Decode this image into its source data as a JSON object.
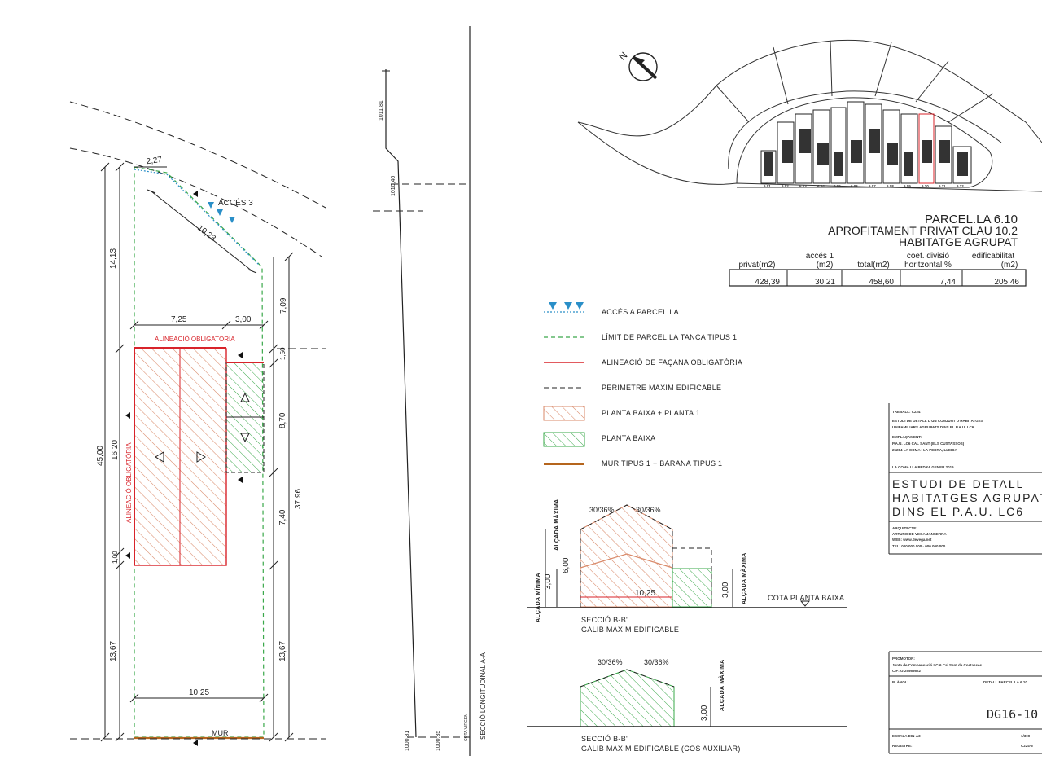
{
  "plan": {
    "access_label": "ACCÉS 3",
    "alignment_top": "ALINEACIÓ  OBLIGATÒRIA",
    "alignment_side": "ALINEACIÓ  OBLIGATÒRIA",
    "mur": "MUR",
    "dims": {
      "d227": "2,27",
      "d1023": "10,23",
      "d1413": "14,13",
      "d725": "7,25",
      "d300": "3,00",
      "d709": "7,09",
      "d150": "1,50",
      "d870": "8,70",
      "d4500": "45,00",
      "d1620": "16,20",
      "d3796": "37,96",
      "d740": "7,40",
      "d100": "1,00",
      "d1367a": "13,67",
      "d1367b": "13,67",
      "d1025": "10,25"
    }
  },
  "section": {
    "title": "SECCIÓ  LONGITUDINAL  A-A'",
    "elev_top": "1011,81",
    "elev_mid": "1010,40",
    "elev_bot1": "1000,81",
    "elev_bot2": "1000,35",
    "elev_label": "COTA VIRGEN"
  },
  "north": {
    "label": "N"
  },
  "parcel": {
    "title": "PARCEL.LA 6.10",
    "subtitle1": "APROFITAMENT PRIVAT CLAU 10.2",
    "subtitle2": "HABITATGE AGRUPAT",
    "lot_labels": [
      "6.01",
      "6.02",
      "6.03",
      "6.04",
      "6.05",
      "6.06",
      "6.07",
      "6.08",
      "6.09",
      "6.10",
      "6.11",
      "6.12"
    ],
    "table": {
      "headers": [
        "privat(m2)",
        "accés 1\n(m2)",
        "total(m2)",
        "coef. divisió\nhoritzontal %",
        "edificabilitat\n(m2)"
      ],
      "h1": "privat(m2)",
      "h2a": "accés 1",
      "h2b": "(m2)",
      "h3": "total(m2)",
      "h4a": "coef. divisió",
      "h4b": "horitzontal %",
      "h5a": "edificabilitat",
      "h5b": "(m2)",
      "values": [
        "428,39",
        "30,21",
        "458,60",
        "7,44",
        "205,46"
      ]
    }
  },
  "legend": [
    {
      "label": "ACCÉS  A  PARCEL.LA"
    },
    {
      "label": "LÍMIT  DE  PARCEL.LA  TANCA  TIPUS  1"
    },
    {
      "label": "ALINEACIÓ  DE  FAÇANA  OBLIGATÒRIA"
    },
    {
      "label": "PERÍMETRE  MÀXIM  EDIFICABLE"
    },
    {
      "label": "PLANTA  BAIXA  +  PLANTA  1"
    },
    {
      "label": "PLANTA  BAIXA"
    },
    {
      "label": "MUR  TIPUS  1  +  BARANA  TIPUS  1"
    }
  ],
  "sec_bb": {
    "roof1": "30/36%",
    "roof2": "30/36%",
    "h600": "6,00",
    "h300": "3,00",
    "h300r": "3,00",
    "width": "10,25",
    "alc_min": "ALÇADA MÍNIMA",
    "alc_max": "ALÇADA MÀXIMA",
    "alc_max2": "ALÇADA MÀXIMA",
    "cota": "COTA  PLANTA  BAIXA",
    "cap1": "SECCIÓ  B-B'",
    "cap2": "GÀLIB  MÀXIM  EDIFICABLE"
  },
  "sec_bb2": {
    "roof1": "30/36%",
    "roof2": "30/36%",
    "h300": "3,00",
    "alc_max": "ALÇADA MÀXIMA",
    "cap1": "SECCIÓ  B-B'",
    "cap2": "GÀLIB  MÀXIM  EDIFICABLE  (COS  AUXILIAR)"
  },
  "title_block": {
    "treball": "TREBALL: C224",
    "line1": "ESTUDI DE DETALL D'UN CONJUNT D'HABITATGES",
    "line2": "UNIFAMILIARS AGRUPATS DINS EL P.A.U. LC6",
    "empl": "EMPLAÇAMENT:",
    "line3": "P.A.U. LC6 CAL SANT (ELS CUSTASSOS)",
    "line4": "25284 LA COMA I LA PEDRA, LLEIDA",
    "date": "LA COMA I LA PEDRA  GENER 2016",
    "title1": "ESTUDI  DE  DETALL",
    "title2": "HABITATGES  AGRUPATS",
    "title3": "DINS  EL  P.A.U.  LC6",
    "arq": "ARQUITECTE:",
    "arq_name": "ARTURO DE VEGA JANSERRA",
    "arq_web": "WEB: www.devega.net",
    "arq_tel": "TEL: 000 000 000 · 000 000 000",
    "promotor": "PROMOTOR:",
    "prom1": "Junta de Compensació LC-6 Cal Sant de Costasses",
    "prom2": "CIF: G-25566622",
    "plano": "PLÀNOL:",
    "plano_name": "DETALL PARCEL.LA 6.10",
    "code": "DG16-10",
    "escala": "ESCALA DIN-A3",
    "esc_val": "1/300",
    "registre": "REGISTRE:",
    "reg_val": "C224-6"
  }
}
